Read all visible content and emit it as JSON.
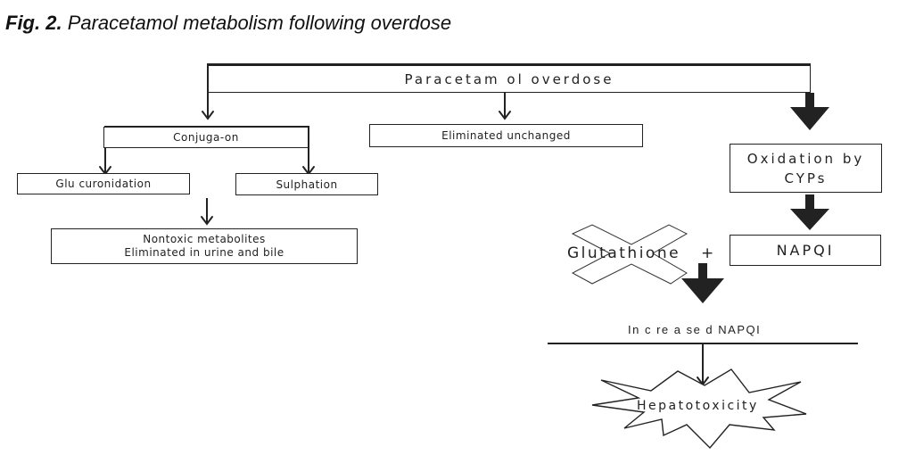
{
  "caption": {
    "label": "Fig. 2.",
    "title": "Paracetamol metabolism following overdose"
  },
  "nodes": {
    "overdose": "Paracetam ol overdose",
    "conjugation": "Conjuga-on",
    "eliminated_unchanged": "Eliminated unchanged",
    "oxidation_line1": "Oxidation by",
    "oxidation_line2": "CYPs",
    "glucuronidation": "Glu curonidation",
    "sulphation": "Sulphation",
    "nontoxic_line1": "Nontoxic metabolites",
    "nontoxic_line2": "Eliminated in urine and bile",
    "napqi": "NAPQI",
    "glutathione": "Glutathione",
    "plus": "+",
    "increased_napqi": "In c re a se d NAPQI",
    "hepatotoxicity": "Hepatotoxicity"
  }
}
